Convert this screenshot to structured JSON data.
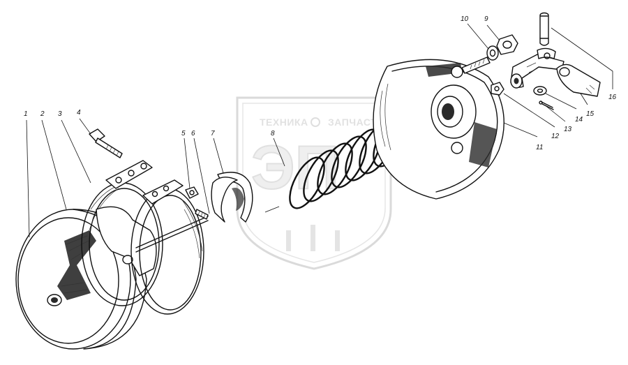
{
  "watermark": {
    "left_text": "ТЕХНИКА",
    "right_text": "ЗАПЧАСТИ",
    "logo_letters": "ЭП"
  },
  "callouts": [
    {
      "id": "c1",
      "text": "1"
    },
    {
      "id": "c2",
      "text": "2"
    },
    {
      "id": "c3",
      "text": "3"
    },
    {
      "id": "c4",
      "text": "4"
    },
    {
      "id": "c5",
      "text": "5"
    },
    {
      "id": "c6",
      "text": "6"
    },
    {
      "id": "c7",
      "text": "7"
    },
    {
      "id": "c8",
      "text": "8"
    },
    {
      "id": "c9",
      "text": "9"
    },
    {
      "id": "c10",
      "text": "10"
    },
    {
      "id": "c11",
      "text": "11"
    },
    {
      "id": "c12",
      "text": "12"
    },
    {
      "id": "c13",
      "text": "13"
    },
    {
      "id": "c14",
      "text": "14"
    },
    {
      "id": "c15",
      "text": "15"
    },
    {
      "id": "c16",
      "text": "16"
    }
  ]
}
